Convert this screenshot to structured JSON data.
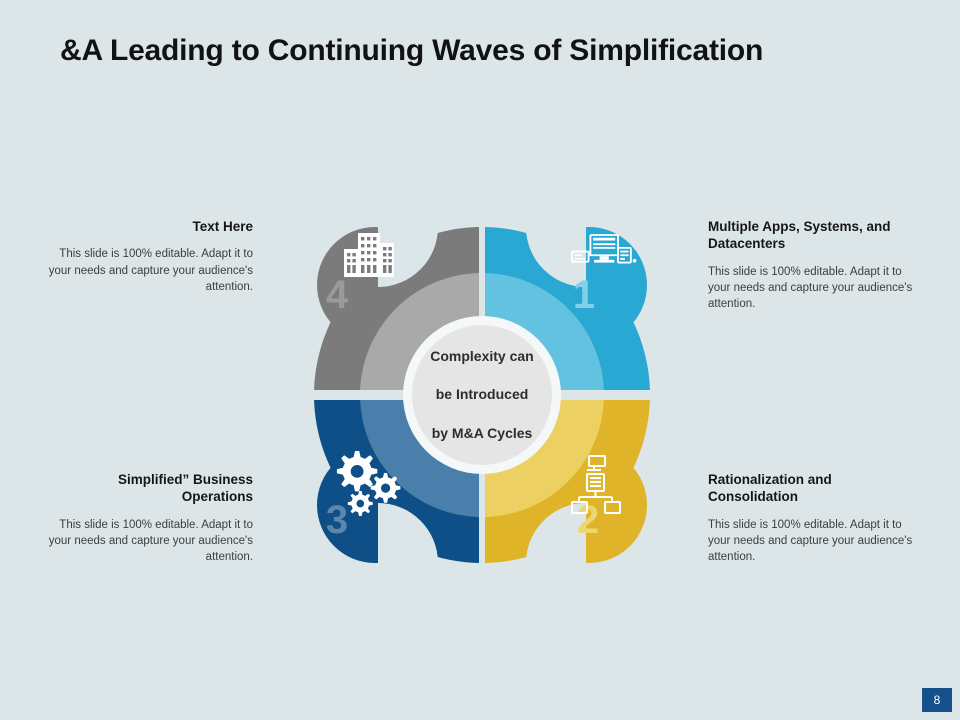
{
  "slide": {
    "title": "&A Leading to Continuing Waves of Simplification",
    "background_color": "#dce6e8",
    "page_number": "8"
  },
  "center": {
    "label_line1": "Complexity can",
    "label_line2": "be Introduced",
    "label_line3": "by M&A Cycles",
    "fill_color": "#e5e5e5",
    "ring_color": "#f4f8f8"
  },
  "body_text": "This slide is 100% editable. Adapt it to your needs and capture your audience's attention.",
  "segments": [
    {
      "number": "1",
      "position": "top-right",
      "heading": "Multiple Apps,  Systems,  and Datacenters",
      "body": "This slide is 100% editable. Adapt it to your needs and capture your audience's attention.",
      "icon": "datacenter-icon",
      "outer_color": "#29a8d4",
      "inner_color": "#62c2e0",
      "number_color": "#7fd0e8"
    },
    {
      "number": "2",
      "position": "bottom-right",
      "heading": "Rationalization and Consolidation",
      "body": "This slide is 100% editable. Adapt it to your needs and capture your audience's attention.",
      "icon": "network-topology-icon",
      "outer_color": "#dfb429",
      "inner_color": "#ecd061",
      "number_color": "#ecd672"
    },
    {
      "number": "3",
      "position": "bottom-left",
      "heading": "Simplified” Business Operations",
      "body": "This slide is 100% editable. Adapt it to your needs and capture your audience's attention.",
      "icon": "gears-icon",
      "outer_color": "#0d4f86",
      "inner_color": "#4a7fab",
      "number_color": "#5c86ad"
    },
    {
      "number": "4",
      "position": "top-left",
      "heading": "Text Here",
      "body": "This slide is 100% editable. Adapt it to your needs and capture your audience's attention.",
      "icon": "buildings-icon",
      "outer_color": "#7b7b7b",
      "inner_color": "#a9a9a9",
      "number_color": "#9a9a9a"
    }
  ]
}
